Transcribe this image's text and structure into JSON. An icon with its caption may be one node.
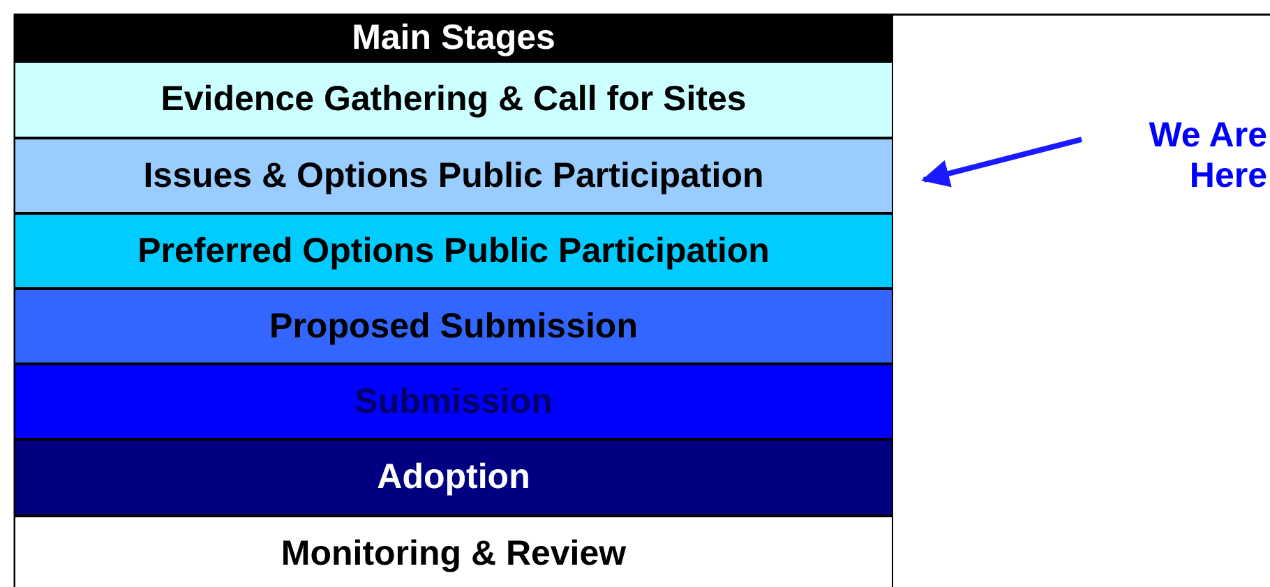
{
  "diagram": {
    "nodes": [
      {
        "text": [
          "Main Stages"
        ]
      },
      {
        "text": [
          "Evidence Gathering & Call for Sites"
        ]
      },
      {
        "text": [
          "Issues & Options Public Participation"
        ]
      },
      {
        "text": [
          "Preferred Options Public Participation"
        ]
      },
      {
        "text": [
          "Proposed Submission"
        ]
      },
      {
        "text": [
          "Submission"
        ]
      },
      {
        "text": [
          "Adoption"
        ]
      },
      {
        "text": [
          "Monitoring & Review"
        ]
      },
      {
        "text": [
          "We Are Here"
        ]
      }
    ],
    "edges": [
      {
        "from": 8,
        "to": 2,
        "arrow": "to"
      }
    ]
  }
}
